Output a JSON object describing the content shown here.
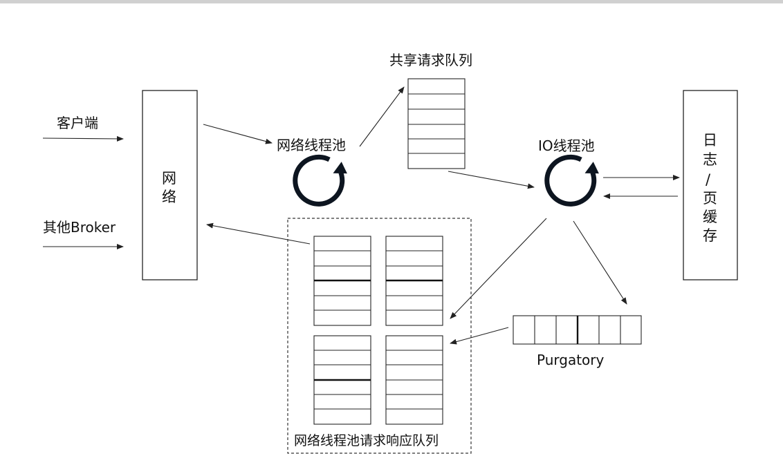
{
  "labels": {
    "client": "客户端",
    "other_broker": "其他Broker",
    "network": [
      "网",
      "络"
    ],
    "network_pool": "网络线程池",
    "shared_queue": "共享请求队列",
    "io_pool": "IO线程池",
    "log_cache": [
      "日",
      "志",
      "/",
      "页",
      "缓",
      "存"
    ],
    "purgatory": "Purgatory",
    "response_queue": "网络线程池请求响应队列"
  },
  "colors": {
    "stroke": "#222222",
    "cycle": "#0d1520",
    "background": "#ffffff",
    "top_bar": "#d0d0d0"
  },
  "icons": {
    "network_pool": "cycle-arrow-icon",
    "io_pool": "cycle-arrow-icon"
  }
}
